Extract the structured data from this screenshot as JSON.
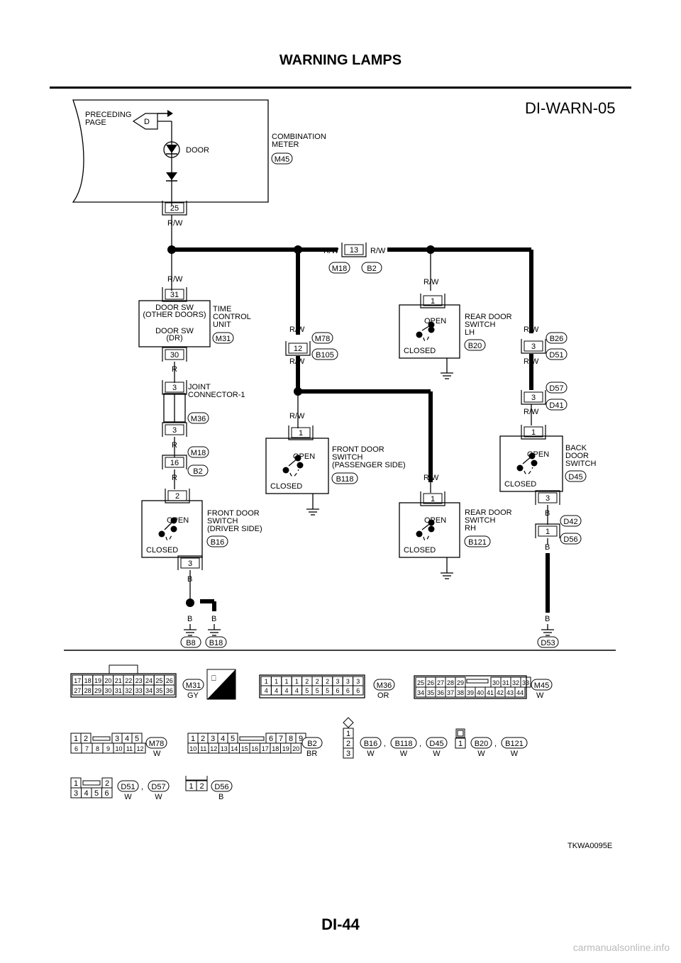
{
  "header": {
    "title": "WARNING LAMPS",
    "page_number": "DI-44"
  },
  "diagram": {
    "id": "DI-WARN-05",
    "code": "TKWA0095E",
    "preceding_page": [
      "PRECEDING",
      "PAGE"
    ],
    "ref_d": "D",
    "door_lamp": "DOOR",
    "combination_meter": {
      "label": [
        "COMBINATION",
        "METER"
      ],
      "conn": "M45",
      "pin": "25"
    },
    "wires": {
      "rw": "R/W",
      "r": "R",
      "b": "B"
    },
    "time_control_unit": {
      "label": [
        "TIME",
        "CONTROL",
        "UNIT"
      ],
      "conn": "M31",
      "pin_top": "31",
      "pin_bottom": "30",
      "inner": [
        "DOOR SW",
        "(OTHER DOORS)",
        "DOOR SW",
        "(DR)"
      ]
    },
    "inline_m18_b2": {
      "pin": "13",
      "conns": [
        "M18",
        "B2"
      ]
    },
    "inline_m78_b105": {
      "pin": "12",
      "conns": [
        "M78",
        "B105"
      ]
    },
    "inline_b26_d51": {
      "pin": "3",
      "conns": [
        "B26",
        "D51"
      ]
    },
    "inline_d57_d41": {
      "pin": "3",
      "conns": [
        "D57",
        "D41"
      ]
    },
    "inline_m18_b2_left": {
      "pin": "16",
      "conns": [
        "M18",
        "B2"
      ]
    },
    "inline_d42_d56": {
      "pin": "1",
      "conns": [
        "D42",
        "D56"
      ]
    },
    "joint_connector": {
      "label": [
        "JOINT",
        "CONNECTOR-1"
      ],
      "conn": "M36",
      "pin_top": "3",
      "pin_bottom": "3"
    },
    "switch_text": {
      "open": "OPEN",
      "closed": "CLOSED"
    },
    "front_door_driver": {
      "label": [
        "FRONT DOOR",
        "SWITCH",
        "(DRIVER SIDE)"
      ],
      "conn": "B16",
      "pin_top": "2",
      "pin_bottom": "3"
    },
    "front_door_passenger": {
      "label": [
        "FRONT DOOR",
        "SWITCH",
        "(PASSENGER SIDE)"
      ],
      "conn": "B118",
      "pin": "1"
    },
    "rear_door_lh": {
      "label": [
        "REAR DOOR",
        "SWITCH",
        "LH"
      ],
      "conn": "B20",
      "pin": "1"
    },
    "rear_door_rh": {
      "label": [
        "REAR DOOR",
        "SWITCH",
        "RH"
      ],
      "conn": "B121",
      "pin": "1"
    },
    "back_door": {
      "label": [
        "BACK",
        "DOOR",
        "SWITCH"
      ],
      "conn": "D45",
      "pin_top": "1",
      "pin_bottom": "3"
    },
    "grounds": [
      "B8",
      "B18",
      "D53"
    ]
  },
  "connectors": {
    "m31": {
      "row1": [
        "17",
        "18",
        "19",
        "20",
        "21",
        "22",
        "23",
        "24",
        "25",
        "26"
      ],
      "row2": [
        "27",
        "28",
        "29",
        "30",
        "31",
        "32",
        "33",
        "34",
        "35",
        "36"
      ],
      "name": "M31",
      "color": "GY"
    },
    "hs": "H.S.",
    "m36": {
      "row1": [
        "1",
        "1",
        "1",
        "1",
        "2",
        "2",
        "2",
        "3",
        "3",
        "3"
      ],
      "row2": [
        "4",
        "4",
        "4",
        "4",
        "5",
        "5",
        "5",
        "6",
        "6",
        "6"
      ],
      "name": "M36",
      "color": "OR"
    },
    "m45": {
      "row1": [
        "25",
        "26",
        "27",
        "28",
        "29",
        "30",
        "31",
        "32",
        "33"
      ],
      "row2": [
        "34",
        "35",
        "36",
        "37",
        "38",
        "39",
        "40",
        "41",
        "42",
        "43",
        "44"
      ],
      "name": "M45",
      "color": "W"
    },
    "m78": {
      "row1": [
        "1",
        "2",
        "3",
        "4",
        "5"
      ],
      "row2": [
        "6",
        "7",
        "8",
        "9",
        "10",
        "11",
        "12"
      ],
      "name": "M78",
      "color": "W"
    },
    "b2": {
      "row1": [
        "1",
        "2",
        "3",
        "4",
        "5",
        "6",
        "7",
        "8",
        "9"
      ],
      "row2": [
        "10",
        "11",
        "12",
        "13",
        "14",
        "15",
        "16",
        "17",
        "18",
        "19",
        "20"
      ],
      "name": "B2",
      "color": "BR"
    },
    "three_pin": {
      "pins": [
        "1",
        "2",
        "3"
      ],
      "names": [
        "B16",
        "B118",
        "D45"
      ],
      "colors": [
        "W",
        "W",
        "W"
      ]
    },
    "one_pin": {
      "pins": [
        "1"
      ],
      "names": [
        "B20",
        "B121"
      ],
      "colors": [
        "W",
        "W"
      ]
    },
    "six_pin": {
      "row1": [
        "1",
        "2"
      ],
      "row2": [
        "3",
        "4",
        "5",
        "6"
      ],
      "names": [
        "D51",
        "D57"
      ],
      "colors": [
        "W",
        "W"
      ]
    },
    "two_pin": {
      "pins": [
        "1",
        "2"
      ],
      "name": "D56",
      "color": "B"
    },
    "comma": ","
  },
  "watermark": "carmanualsonline.info"
}
